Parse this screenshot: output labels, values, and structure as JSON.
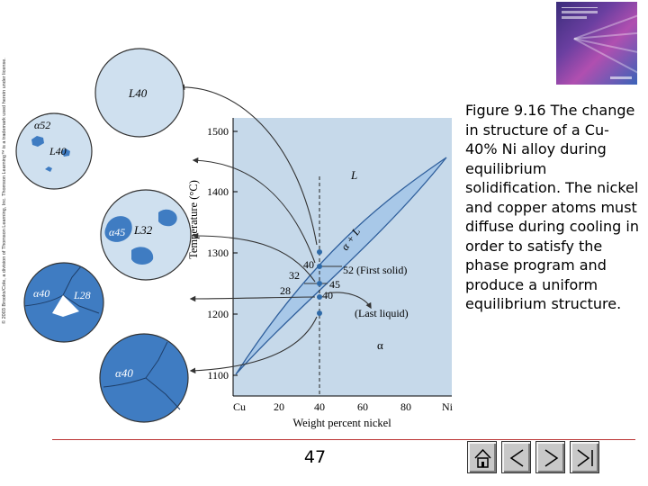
{
  "copyright": "© 2003 Brooks/Cole, a division of Thomson Learning, Inc. Thomson Learning™ is a trademark used herein under license.",
  "caption": "Figure 9.16 The change in structure of a Cu-40% Ni alloy during equilibrium solidification. The nickel and copper atoms must diffuse during cooling in order to satisfy the phase program and produce a uniform equilibrium structure.",
  "page_number": "47",
  "colors": {
    "plot_bg": "#c6d9ea",
    "grain": "#3f7cc2",
    "circle_fill": "#cfe0ef",
    "region": "#a8c8e8"
  },
  "phase_diagram": {
    "ylabel": "Temperature (°C)",
    "xlabel": "Weight percent nickel",
    "x_ticks": [
      "Cu",
      "20",
      "40",
      "60",
      "80",
      "Ni"
    ],
    "y_ticks": [
      "1100",
      "1200",
      "1300",
      "1400",
      "1500"
    ],
    "region_L": "L",
    "region_two_phase": "α + L",
    "region_alpha": "α",
    "point_labels": [
      "40",
      "32",
      "28",
      "45",
      "40"
    ],
    "first_solid": "52 (First solid)",
    "last_liquid": "(Last liquid)"
  },
  "microstructures": [
    {
      "label": "L40"
    },
    {
      "label": "α52",
      "label2": "L40"
    },
    {
      "label": "α45",
      "label2": "L32"
    },
    {
      "label": "α40",
      "label2": "L28"
    },
    {
      "label": "α40"
    }
  ],
  "nav_buttons": [
    "home-button",
    "back-button",
    "forward-button",
    "end-button"
  ]
}
